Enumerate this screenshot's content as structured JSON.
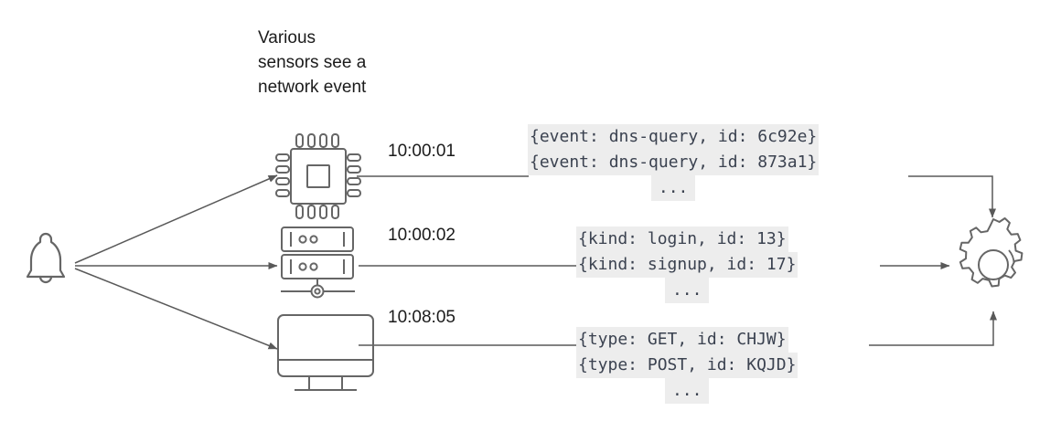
{
  "diagram": {
    "title_caption": "Various\nsensors see a\nnetwork event",
    "source_icon": "bell-icon",
    "sink_icon": "gear-icon",
    "colors": {
      "line": "#595959",
      "icon_stroke": "#666666",
      "text": "#1b1b1b",
      "code_text": "#3b4250",
      "code_background": "#ededed",
      "page_background": "#ffffff"
    },
    "ellipsis": "...",
    "sensors": [
      {
        "id": "cpu-chip",
        "icon": "cpu-chip-icon",
        "timestamp": "10:00:01",
        "payload": [
          "{event: dns-query, id: 6c92e}",
          "{event: dns-query, id: 873a1}"
        ]
      },
      {
        "id": "server-rack",
        "icon": "server-rack-icon",
        "timestamp": "10:00:02",
        "payload": [
          "{kind: login, id: 13}",
          "{kind: signup, id: 17}"
        ]
      },
      {
        "id": "monitor",
        "icon": "monitor-icon",
        "timestamp": "10:08:05",
        "payload": [
          "{type: GET, id: CHJW}",
          "{type: POST, id: KQJD}"
        ]
      }
    ]
  }
}
